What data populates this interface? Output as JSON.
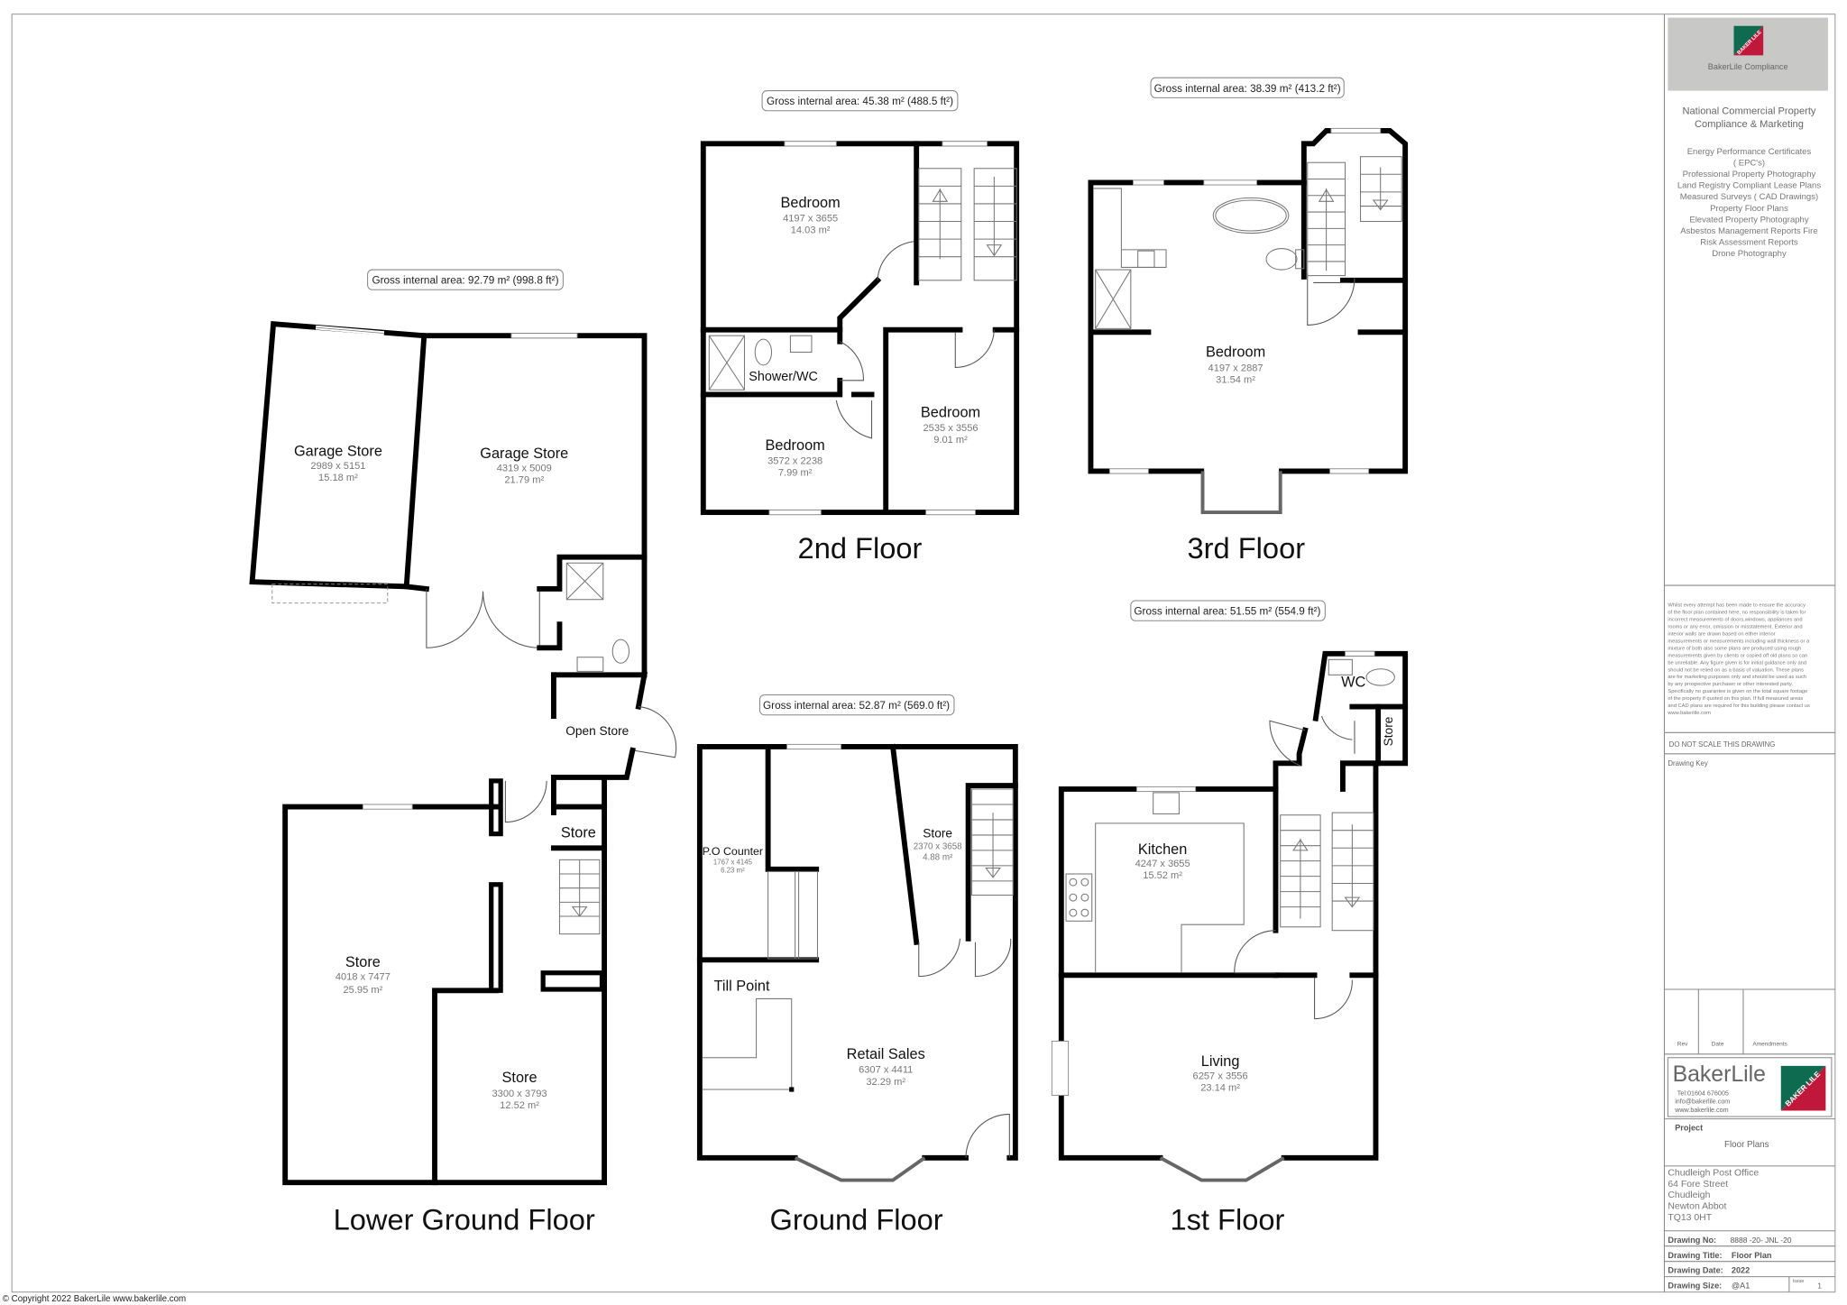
{
  "floors": {
    "lower_ground": {
      "title": "Lower Ground Floor",
      "gia": "Gross internal area: 92.79 m² (998.8 ft²)",
      "rooms": [
        {
          "name": "Garage Store",
          "dims": "2989 x 5151",
          "area": "15.18 m²"
        },
        {
          "name": "Garage Store",
          "dims": "4319 x 5009",
          "area": "21.79 m²"
        },
        {
          "name": "Open Store"
        },
        {
          "name": "Store"
        },
        {
          "name": "Store",
          "dims": "4018 x 7477",
          "area": "25.95 m²"
        },
        {
          "name": "Store",
          "dims": "3300 x 3793",
          "area": "12.52 m²"
        }
      ]
    },
    "ground": {
      "title": "Ground Floor",
      "gia": "Gross internal area: 52.87 m² (569.0 ft²)",
      "rooms": [
        {
          "name": "P.O Counter",
          "dims": "1767 x 4145",
          "area": "6.23 m²"
        },
        {
          "name": "Store",
          "dims": "2370 x 3658",
          "area": "4.88 m²"
        },
        {
          "name": "Till Point"
        },
        {
          "name": "Retail Sales",
          "dims": "6307 x 4411",
          "area": "32.29 m²"
        }
      ]
    },
    "first": {
      "title": "1st Floor",
      "gia": "Gross internal area: 51.55 m² (554.9 ft²)",
      "rooms": [
        {
          "name": "WC"
        },
        {
          "name": "Store"
        },
        {
          "name": "Kitchen",
          "dims": "4247 x 3655",
          "area": "15.52 m²"
        },
        {
          "name": "Living",
          "dims": "6257 x 3556",
          "area": "23.14 m²"
        }
      ]
    },
    "second": {
      "title": "2nd Floor",
      "gia": "Gross internal area: 45.38 m² (488.5 ft²)",
      "rooms": [
        {
          "name": "Bedroom",
          "dims": "4197 x 3655",
          "area": "14.03 m²"
        },
        {
          "name": "Shower/WC"
        },
        {
          "name": "Bedroom",
          "dims": "3572 x 2238",
          "area": "7.99 m²"
        },
        {
          "name": "Bedroom",
          "dims": "2535 x 3556",
          "area": "9.01 m²"
        }
      ]
    },
    "third": {
      "title": "3rd Floor",
      "gia": "Gross internal area: 38.39 m² (413.2 ft²)",
      "rooms": [
        {
          "name": "Bedroom",
          "dims": "4197 x 2887",
          "area": "31.54 m²"
        }
      ]
    }
  },
  "title_block": {
    "logo_caption": "BakerLile Compliance",
    "logo_mark": "BAKER LILE",
    "brand_colors": {
      "green": "#0f6b4f",
      "red": "#c0183a"
    },
    "tagline": [
      "National Commercial Property",
      "Compliance & Marketing"
    ],
    "services": [
      "Energy Performance Certificates",
      "( EPC's)",
      "Professional Property Photography",
      "Land Registry Compliant Lease Plans",
      "Measured Surveys ( CAD Drawings)",
      "Property Floor Plans",
      "Elevated Property Photography",
      "Asbestos Management Reports Fire",
      "Risk Assessment Reports",
      "Drone Photography"
    ],
    "disclaimer": [
      "Whilst every attempt has been made to ensure the accuracy",
      "of the floor plan contained here, no responsibility is taken for",
      "incorrect measurements of doors,windows, appliances and",
      "rooms or any error, omission or misstatement. Exterior and",
      "interior walls are drawn based on either interior",
      "measurements or measurements including wall thickness or a",
      "mixture of both also some plans are produced using rough",
      "measurements given by clients or copied off old plans so can",
      "be unreliable. Any figure given is for initial guidance only and",
      "should not be relied on as a basis of valuation. These plans",
      "are for marketing purposes only and should be used as such",
      "by any prospective purchaser or other interested party.",
      "Specifically no guarantee is given on the total square footage",
      "of the property if quoted on this plan. If full measured areas",
      "and CAD plans are required for this building please contact us",
      "www.bakerlile.com"
    ],
    "do_not_scale": "DO NOT SCALE THIS DRAWING",
    "drawing_key": "Drawing Key",
    "rev_headers": {
      "rev": "Rev",
      "date": "Date",
      "amendments": "Amendments"
    },
    "company": {
      "name": "BakerLile",
      "tel": "Tel:01604 676005",
      "email": "info@bakerlile.com",
      "web": "www.bakerlile.com"
    },
    "project_label": "Project",
    "project_value": "Floor Plans",
    "address": [
      "Chudleigh Post Office",
      "64 Fore Street",
      "Chudleigh",
      "Newton Abbot",
      "TQ13 0HT"
    ],
    "drawing_no_label": "Drawing No:",
    "drawing_no": "8888 -20- JNL -20",
    "drawing_title_label": "Drawing Title:",
    "drawing_title": "Floor Plan",
    "drawing_date_label": "Drawing Date:",
    "drawing_date": "2022",
    "drawing_size_label": "Drawing Size:",
    "drawing_size": "@A1",
    "issue_label": "Issue",
    "issue": "1"
  },
  "copyright": "© Copyright 2022 BakerLile  www.bakerlile.com"
}
